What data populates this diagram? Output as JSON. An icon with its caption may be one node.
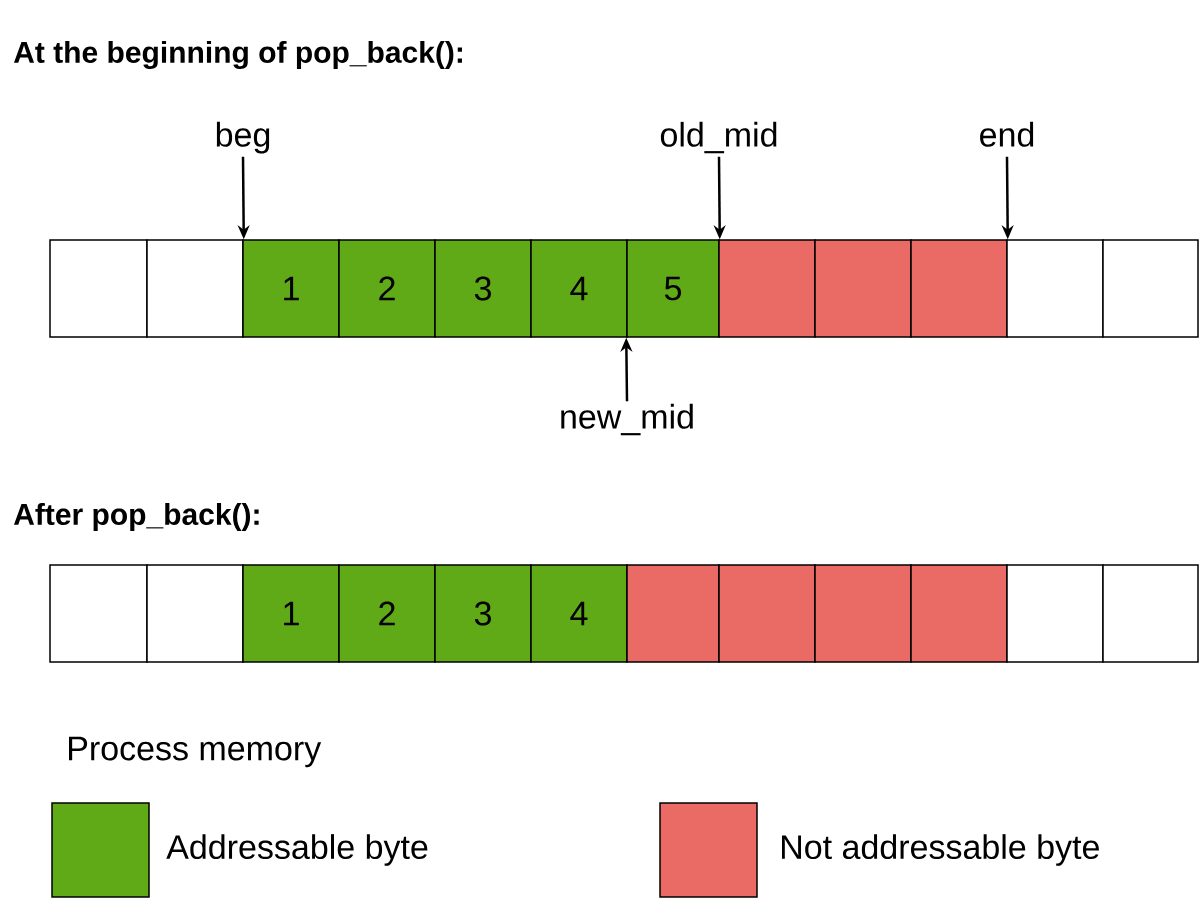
{
  "diagram": {
    "nodes": [
      {
        "text": [
          "beg"
        ]
      },
      {
        "text": [
          "old_mid"
        ]
      },
      {
        "text": [
          "end"
        ]
      },
      {
        "text": [],
        "shape": "box"
      },
      {
        "text": [],
        "shape": "box"
      },
      {
        "text": [
          "1"
        ]
      },
      {
        "text": [
          "2"
        ]
      },
      {
        "text": [
          "3"
        ]
      },
      {
        "text": [
          "4"
        ]
      },
      {
        "text": [
          "5"
        ]
      },
      {
        "text": [],
        "shape": "box"
      },
      {
        "text": [],
        "shape": "box"
      },
      {
        "text": [],
        "shape": "box"
      },
      {
        "text": [],
        "shape": "box"
      },
      {
        "text": [],
        "shape": "box"
      },
      {
        "text": [
          "new_mid"
        ]
      },
      {
        "text": [],
        "shape": "box"
      },
      {
        "text": [],
        "shape": "box"
      },
      {
        "text": [
          "1"
        ]
      },
      {
        "text": [
          "2"
        ]
      },
      {
        "text": [
          "3"
        ]
      },
      {
        "text": [
          "4"
        ]
      },
      {
        "text": [],
        "shape": "box"
      },
      {
        "text": [],
        "shape": "box"
      },
      {
        "text": [],
        "shape": "box"
      },
      {
        "text": [],
        "shape": "box"
      },
      {
        "text": [],
        "shape": "box"
      },
      {
        "text": [],
        "shape": "box"
      }
    ],
    "edges": [
      {
        "from": 0,
        "to": 4,
        "arrow": "to"
      },
      {
        "from": 1,
        "to": 9,
        "arrow": "to"
      },
      {
        "from": 2,
        "to": 12,
        "arrow": "to"
      },
      {
        "from": 15,
        "to": 9,
        "arrow": "to"
      }
    ],
    "labels": [
      "At the beginning of pop_back():",
      "After pop_back():",
      "Process memory"
    ],
    "legend": [
      {
        "text": "Addressable byte",
        "color": "#60a917"
      },
      {
        "text": "Not addressable byte",
        "color": "#ea6b66"
      }
    ]
  }
}
